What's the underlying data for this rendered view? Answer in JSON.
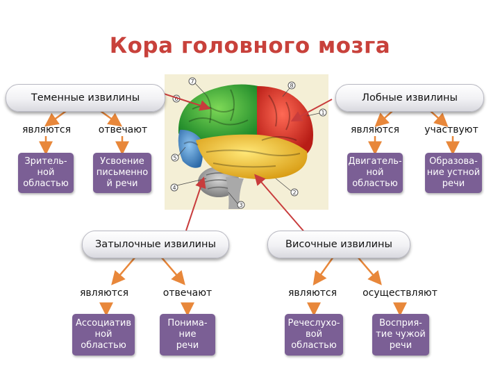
{
  "title": "Кора головного мозга",
  "colors": {
    "title": "#c8413b",
    "arrow": "#e8873a",
    "box": "#7b5f95",
    "pointer": "#c83c3c",
    "parietal": "#3aa53a",
    "frontal": "#e23a2c",
    "temporal": "#f2c531",
    "occipital": "#3f8ed0"
  },
  "brain": {
    "callouts": [
      "7",
      "8",
      "6",
      "1",
      "5",
      "4",
      "2",
      "3"
    ]
  },
  "parietal": {
    "heading": "Теменные извилины",
    "left_verb": "являются",
    "right_verb": "отвечают",
    "left_box": "Зритель-\nной\nобластью",
    "right_box": "Усвоение\nписьменно\nй речи"
  },
  "frontal": {
    "heading": "Лобные извилины",
    "left_verb": "являются",
    "right_verb": "участвуют",
    "left_box": "Двигатель-\nной\nобластью",
    "right_box": "Образова-\nние устной\nречи"
  },
  "occipital": {
    "heading": "Затылочные извилины",
    "left_verb": "являются",
    "right_verb": "отвечают",
    "left_box": "Ассоциатив\nной\nобластью",
    "right_box": "Понима-\nние\nречи"
  },
  "temporal": {
    "heading": "Височные извилины",
    "left_verb": "являются",
    "right_verb": "осуществляют",
    "left_box": "Речеслухо-\nвой\nобластью",
    "right_box": "Восприя-\nтие чужой\nречи"
  }
}
